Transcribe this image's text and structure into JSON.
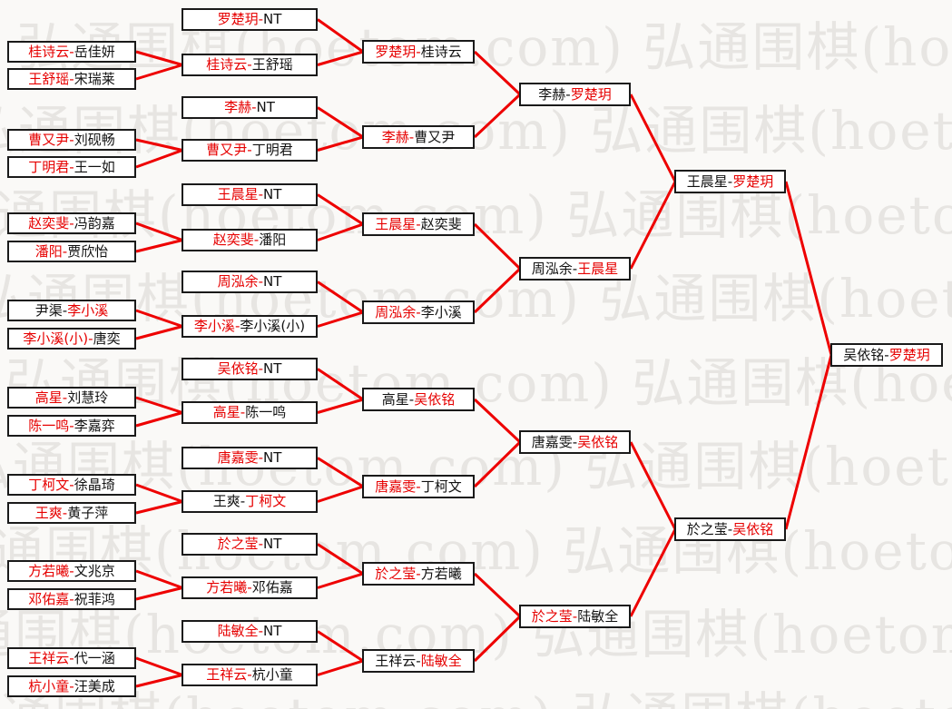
{
  "watermark": {
    "text": "弘通围棋(hoetom.com)"
  },
  "separator": "-",
  "colors": {
    "winner_red": "#e60000",
    "line_red": "#ee0000",
    "text_black": "#111111",
    "box_border": "#1a1a1a",
    "box_bg": "#ffffff",
    "page_bg": "#faf9f7",
    "watermark": "#e7e5e2"
  },
  "bracket": {
    "rounds": [
      {
        "matches": [
          {
            "p1": "桂诗云",
            "p2": "岳佳妍",
            "winner": 1
          },
          {
            "p1": "王舒瑶",
            "p2": "宋瑞莱",
            "winner": 1
          },
          {
            "p1": "曹又尹",
            "p2": "刘砚畅",
            "winner": 1
          },
          {
            "p1": "丁明君",
            "p2": "王一如",
            "winner": 1
          },
          {
            "p1": "赵奕斐",
            "p2": "冯韵嘉",
            "winner": 1
          },
          {
            "p1": "潘阳",
            "p2": "贾欣怡",
            "winner": 1
          },
          {
            "p1": "尹渠",
            "p2": "李小溪",
            "winner": 2
          },
          {
            "p1": "李小溪(小)",
            "p2": "唐奕",
            "winner": 1
          },
          {
            "p1": "高星",
            "p2": "刘慧玲",
            "winner": 1
          },
          {
            "p1": "陈一鸣",
            "p2": "李嘉弈",
            "winner": 1
          },
          {
            "p1": "丁柯文",
            "p2": "徐晶琦",
            "winner": 1
          },
          {
            "p1": "王爽",
            "p2": "黄子萍",
            "winner": 1
          },
          {
            "p1": "方若曦",
            "p2": "文兆京",
            "winner": 1
          },
          {
            "p1": "邓佑嘉",
            "p2": "祝菲鸿",
            "winner": 1
          },
          {
            "p1": "王祥云",
            "p2": "代一涵",
            "winner": 1
          },
          {
            "p1": "杭小童",
            "p2": "汪美成",
            "winner": 1
          }
        ]
      },
      {
        "matches": [
          {
            "p1": "罗楚玥",
            "p2": "NT",
            "winner": 1
          },
          {
            "p1": "桂诗云",
            "p2": "王舒瑶",
            "winner": 1
          },
          {
            "p1": "李赫",
            "p2": "NT",
            "winner": 1
          },
          {
            "p1": "曹又尹",
            "p2": "丁明君",
            "winner": 1
          },
          {
            "p1": "王晨星",
            "p2": "NT",
            "winner": 1
          },
          {
            "p1": "赵奕斐",
            "p2": "潘阳",
            "winner": 1
          },
          {
            "p1": "周泓余",
            "p2": "NT",
            "winner": 1
          },
          {
            "p1": "李小溪",
            "p2": "李小溪(小)",
            "winner": 1
          },
          {
            "p1": "吴依铭",
            "p2": "NT",
            "winner": 1
          },
          {
            "p1": "高星",
            "p2": "陈一鸣",
            "winner": 1
          },
          {
            "p1": "唐嘉雯",
            "p2": "NT",
            "winner": 1
          },
          {
            "p1": "王爽",
            "p2": "丁柯文",
            "winner": 2
          },
          {
            "p1": "於之莹",
            "p2": "NT",
            "winner": 1
          },
          {
            "p1": "方若曦",
            "p2": "邓佑嘉",
            "winner": 1
          },
          {
            "p1": "陆敏全",
            "p2": "NT",
            "winner": 1
          },
          {
            "p1": "王祥云",
            "p2": "杭小童",
            "winner": 1
          }
        ]
      },
      {
        "matches": [
          {
            "p1": "罗楚玥",
            "p2": "桂诗云",
            "winner": 1
          },
          {
            "p1": "李赫",
            "p2": "曹又尹",
            "winner": 1
          },
          {
            "p1": "王晨星",
            "p2": "赵奕斐",
            "winner": 1
          },
          {
            "p1": "周泓余",
            "p2": "李小溪",
            "winner": 1
          },
          {
            "p1": "高星",
            "p2": "吴依铭",
            "winner": 2
          },
          {
            "p1": "唐嘉雯",
            "p2": "丁柯文",
            "winner": 1
          },
          {
            "p1": "於之莹",
            "p2": "方若曦",
            "winner": 1
          },
          {
            "p1": "王祥云",
            "p2": "陆敏全",
            "winner": 2
          }
        ]
      },
      {
        "matches": [
          {
            "p1": "李赫",
            "p2": "罗楚玥",
            "winner": 2
          },
          {
            "p1": "周泓余",
            "p2": "王晨星",
            "winner": 2
          },
          {
            "p1": "唐嘉雯",
            "p2": "吴依铭",
            "winner": 2
          },
          {
            "p1": "於之莹",
            "p2": "陆敏全",
            "winner": 1
          }
        ]
      },
      {
        "matches": [
          {
            "p1": "王晨星",
            "p2": "罗楚玥",
            "winner": 2
          },
          {
            "p1": "於之莹",
            "p2": "吴依铭",
            "winner": 2
          }
        ]
      },
      {
        "matches": [
          {
            "p1": "吴依铭",
            "p2": "罗楚玥",
            "winner": 2
          }
        ]
      }
    ]
  }
}
